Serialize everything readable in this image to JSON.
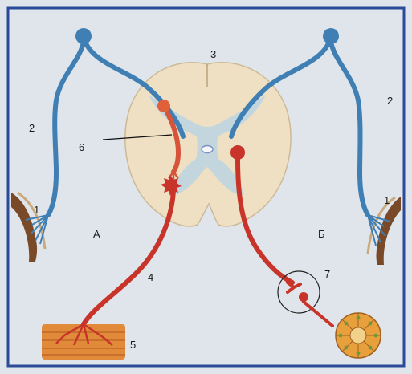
{
  "labels": {
    "n1_left": "1",
    "n1_right": "1",
    "n2_left": "2",
    "n2_right": "2",
    "n3": "3",
    "n4": "4",
    "n5": "5",
    "n6": "6",
    "n7": "7",
    "side_left": "А",
    "side_right": "Б"
  },
  "colors": {
    "background_paper": "#dfe5ea",
    "frame": "#2b4a9a",
    "sensory_neuron": "#3f7fb3",
    "motor_neuron": "#c8342a",
    "spinal_white": "#efe0c4",
    "spinal_gray": "#bcd3e2",
    "muscle": "#e08a3a",
    "gland": "#e8a03c"
  }
}
